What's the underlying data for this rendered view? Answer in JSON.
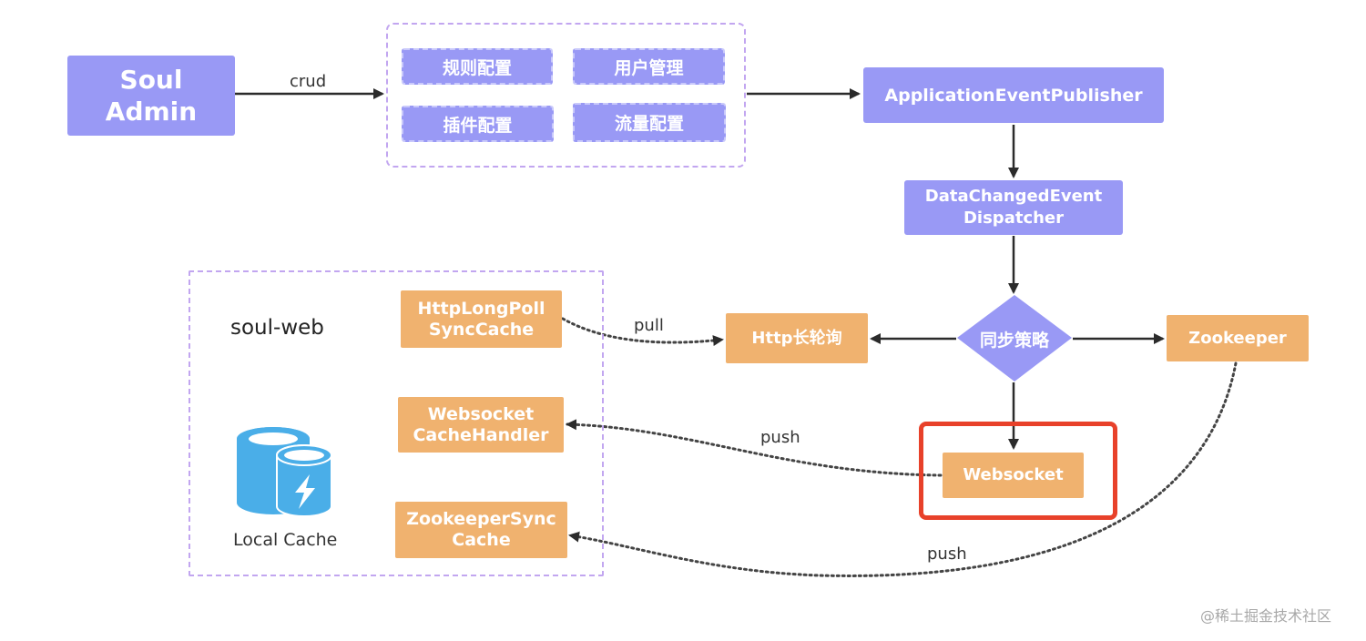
{
  "nodes": {
    "soul_admin": {
      "line1": "Soul",
      "line2": "Admin"
    },
    "admin_modules": [
      "规则配置",
      "用户管理",
      "插件配置",
      "流量配置"
    ],
    "publisher": "ApplicationEventPublisher",
    "dispatcher": {
      "line1": "DataChangedEvent",
      "line2": "Dispatcher"
    },
    "strategy": "同步策略",
    "http_long_poll": "Http长轮询",
    "zookeeper": "Zookeeper",
    "websocket": "Websocket",
    "soul_web": {
      "title": "soul-web",
      "local_cache_label": "Local Cache",
      "http_sync": {
        "line1": "HttpLongPoll",
        "line2": "SyncCache"
      },
      "ws_handler": {
        "line1": "Websocket",
        "line2": "CacheHandler"
      },
      "zk_sync": {
        "line1": "ZookeeperSync",
        "line2": "Cache"
      }
    }
  },
  "edges": {
    "crud": "crud",
    "pull": "pull",
    "push_ws": "push",
    "push_zk": "push"
  },
  "highlight": {
    "target": "Websocket",
    "color": "#e8412a"
  },
  "colors": {
    "purple": "#9999f5",
    "orange": "#f0b26f",
    "group_border": "#c2a6f0",
    "cache_blue": "#4aaee8"
  },
  "watermark": "@稀土掘金技术社区"
}
